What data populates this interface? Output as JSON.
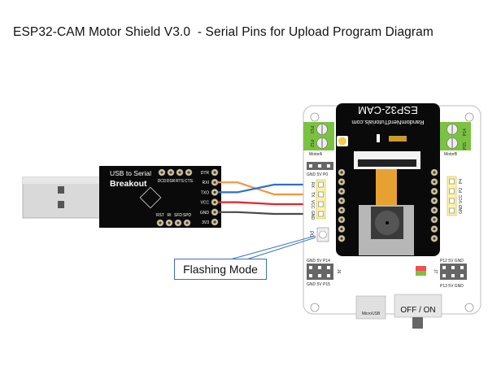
{
  "title": "ESP32-CAM Motor Shield V3.0  - Serial Pins for Upload Program Diagram",
  "usb_serial": {
    "name_line1": "USB to Serial",
    "name_line2": "Breakout",
    "top_pins": [
      "DCD",
      "DSR",
      "RTS",
      "CTS"
    ],
    "bottom_pins": [
      "RST",
      "RI",
      "SFD",
      "SPD"
    ],
    "side_pins": [
      "DTR",
      "RXI",
      "TXO",
      "VCC",
      "GND",
      "3V3"
    ]
  },
  "wires": [
    {
      "from": "RXI",
      "to": "TX",
      "color": "#f7943a"
    },
    {
      "from": "TXO",
      "to": "RX",
      "color": "#2f6fc6"
    },
    {
      "from": "VCC",
      "to": "VCC",
      "color": "#e8232a"
    },
    {
      "from": "GND",
      "to": "GND",
      "color": "#4a4a4a"
    }
  ],
  "shield": {
    "module_title": "ESP32-CAM",
    "module_url": "RandomNerdTutorials.com",
    "motor_a": {
      "label": "MotorA",
      "pins": [
        "P13",
        "P12"
      ]
    },
    "motor_b": {
      "label": "MotorB",
      "pins": [
        "P14",
        "P15"
      ]
    },
    "header_top_left": "GND 5V P0",
    "serial_header": [
      "RX",
      "TX",
      "VCC",
      "GND"
    ],
    "right_header": [
      "P4",
      "P2",
      "VCC",
      "GND"
    ],
    "button_label": "P0",
    "j6_top": "GND 5V P14",
    "j6_bottom": "GND 5V P15",
    "j6_label": "J6",
    "j7_top": "P12 5V GND",
    "j7_bottom": "P13 5V GND",
    "j7_label": "J7",
    "micro_usb": "MicroUSB",
    "switch_label": "OFF / ON"
  },
  "callout": "Flashing Mode",
  "colors": {
    "terminal_green": "#7cc242",
    "header_yellow": "#fbf3a8",
    "camera_ribbon": "#e6a131",
    "led_red": "#f05050",
    "led_green": "#7cc242",
    "callout_border": "#3a6fbf"
  }
}
